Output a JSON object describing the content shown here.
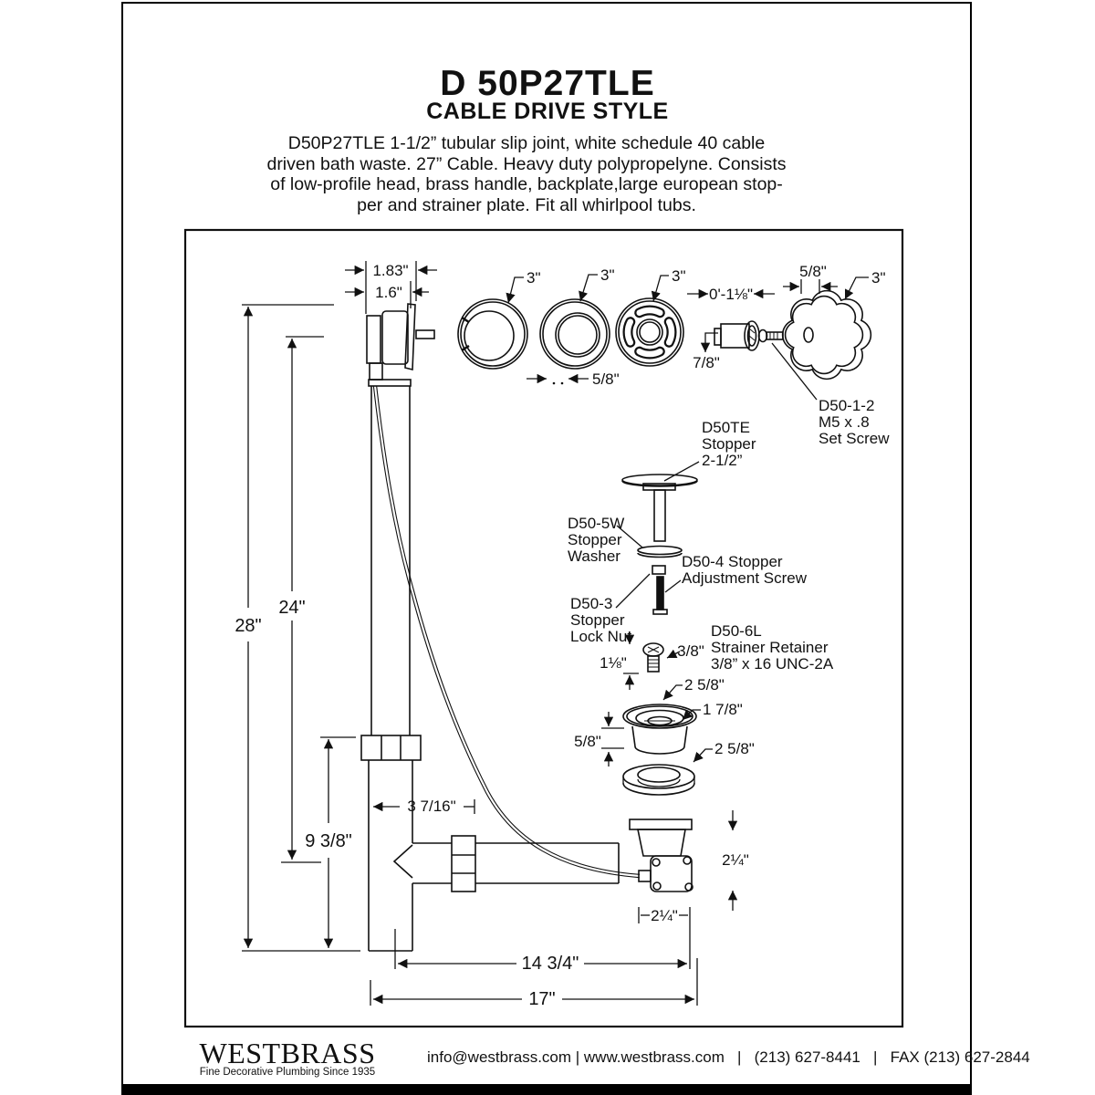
{
  "title": "D 50P27TLE",
  "subtitle": "CABLE DRIVE STYLE",
  "description": "D50P27TLE  1-1/2” tubular slip joint, white schedule 40 cable\ndriven bath waste. 27” Cable. Heavy duty polypropelyne. Consists\nof low-profile head, brass handle, backplate,large european stop-\nper and strainer plate. Fit all whirlpool tubs.",
  "diagram": {
    "dims": {
      "head_width": "1.83\"",
      "head_width2": "1.6\"",
      "ring1_d": "3\"",
      "ring2_d": "3\"",
      "ring3_d": "3\"",
      "ring_depth": "5/8\"",
      "head_len": "0'-1⅛\"",
      "trim_len": "7/8\"",
      "knob_hub": "5/8\"",
      "knob_d": "3\"",
      "overflow": "28\"",
      "cable_drop": "24\"",
      "tail": "9 3/8\"",
      "tee_len": "3 7/16\"",
      "run": "14  3/4\"",
      "overall": "17\"",
      "elbow_h": "2¼\"",
      "elbow_w": "2¼\"",
      "ret_screw_len": "1⅛\"",
      "ret_screw_d": "3/8\"",
      "ret_od": "2 5/8\"",
      "ret_id": "1 7/8\"",
      "ret_h": "5/8\"",
      "washer_od": "2 5/8\""
    },
    "labels": {
      "set_screw": [
        "D50-1-2",
        "M5 x .8",
        "Set Screw"
      ],
      "stopper": [
        "D50TE",
        "Stopper",
        "2-1/2”"
      ],
      "washer": [
        "D50-5W",
        "Stopper",
        "Washer"
      ],
      "adj_screw": [
        "D50-4 Stopper",
        "Adjustment Screw"
      ],
      "lock_nut": [
        "D50-3",
        "Stopper",
        "Lock Nut"
      ],
      "retainer": [
        "D50-6L",
        "Strainer Retainer",
        "3/8” x 16 UNC-2A"
      ]
    }
  },
  "footer": {
    "brand": "WESTBRASS",
    "tagline": "Fine Decorative Plumbing Since 1935",
    "contact": "info@westbrass.com | www.westbrass.com   |   (213) 627-8441   |   FAX (213) 627-2844"
  },
  "colors": {
    "ink": "#111111",
    "paper": "#ffffff"
  }
}
